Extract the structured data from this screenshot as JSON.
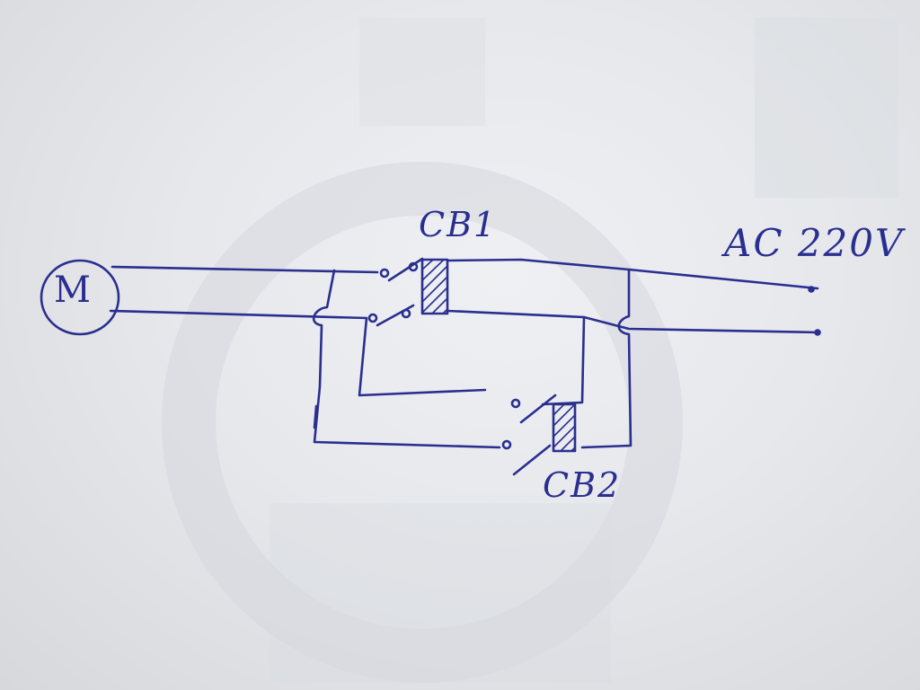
{
  "motor": {
    "label": "M"
  },
  "breaker_1": {
    "label": "CB1"
  },
  "breaker_2": {
    "label": "CB2"
  },
  "supply": {
    "label": "AC 220V"
  },
  "colors": {
    "ink": "#2a2f8f",
    "paper": "#e8eaee"
  }
}
